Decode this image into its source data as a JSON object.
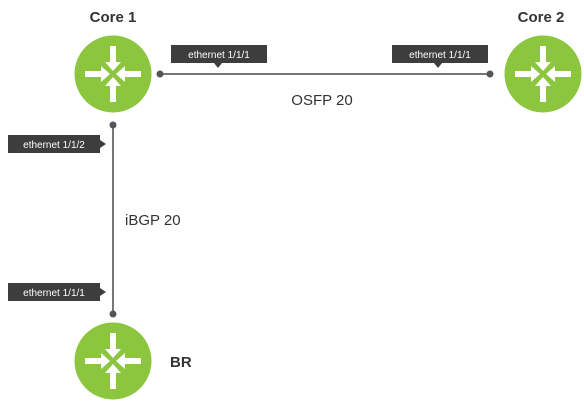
{
  "nodes": {
    "core1": {
      "label": "Core 1"
    },
    "core2": {
      "label": "Core 2"
    },
    "br": {
      "label": "BR"
    }
  },
  "links": {
    "core1_core2": {
      "label": "OSFP 20",
      "port_a": "ethernet 1/1/1",
      "port_b": "ethernet 1/1/1"
    },
    "core1_br": {
      "label": "iBGP 20",
      "port_a": "ethernet 1/1/2",
      "port_b": "ethernet 1/1/1"
    }
  },
  "colors": {
    "router_fill": "#8cc63f",
    "router_ring": "#ffffff",
    "port_box": "#3d3d3d",
    "line": "#777777"
  },
  "icons": {
    "router": "router-icon"
  }
}
